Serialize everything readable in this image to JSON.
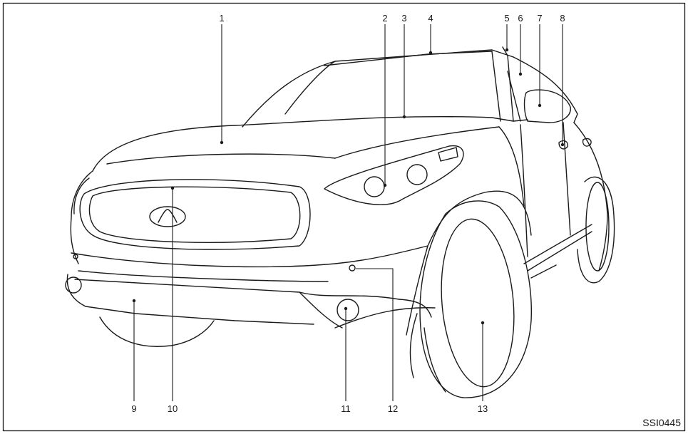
{
  "diagram": {
    "image_code": "SSI0445",
    "callouts": [
      {
        "id": "callout-1",
        "label": "1"
      },
      {
        "id": "callout-2",
        "label": "2"
      },
      {
        "id": "callout-3",
        "label": "3"
      },
      {
        "id": "callout-4",
        "label": "4"
      },
      {
        "id": "callout-5",
        "label": "5"
      },
      {
        "id": "callout-6",
        "label": "6"
      },
      {
        "id": "callout-7",
        "label": "7"
      },
      {
        "id": "callout-8",
        "label": "8"
      },
      {
        "id": "callout-9",
        "label": "9"
      },
      {
        "id": "callout-10",
        "label": "10"
      },
      {
        "id": "callout-11",
        "label": "11"
      },
      {
        "id": "callout-12",
        "label": "12"
      },
      {
        "id": "callout-13",
        "label": "13"
      }
    ]
  }
}
